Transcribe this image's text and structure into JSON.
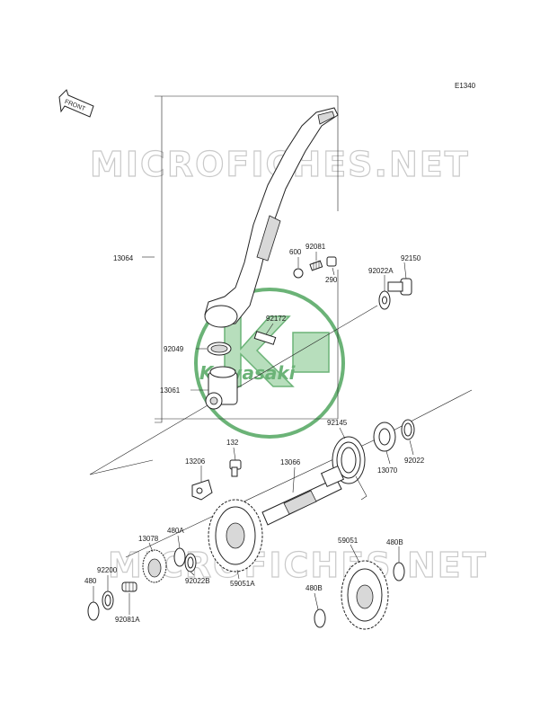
{
  "diagram_code": "E1340",
  "front_label": "FRONT",
  "watermark": "MICROFICHES.NET",
  "logo_text": "Kawasaki",
  "parts": {
    "p13064": "13064",
    "p600": "600",
    "p92081": "92081",
    "p290": "290",
    "p92150": "92150",
    "p92022A": "92022A",
    "p92172": "92172",
    "p92049": "92049",
    "p13061": "13061",
    "p92145": "92145",
    "p13070": "13070",
    "p92022": "92022",
    "p132": "132",
    "p13206": "13206",
    "p13066": "13066",
    "p13078": "13078",
    "p480A": "480A",
    "p92200": "92200",
    "p92022B": "92022B",
    "p59051A": "59051A",
    "p480": "480",
    "p92081A": "92081A",
    "p59051": "59051",
    "p480B_top": "480B",
    "p480B_bottom": "480B"
  },
  "colors": {
    "watermark": "#c9c9c9",
    "logo": "#3a9a4a",
    "ink": "#222222"
  }
}
